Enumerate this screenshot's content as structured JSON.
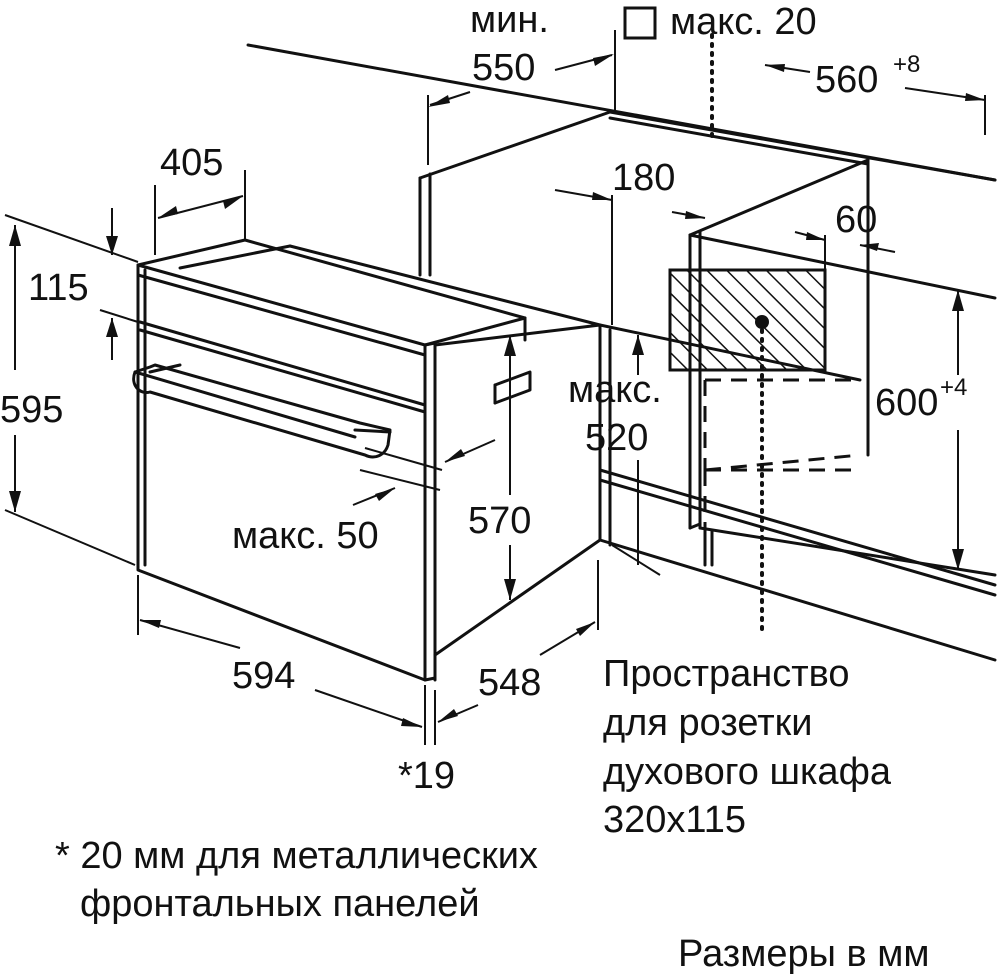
{
  "labels": {
    "min_word": "мин.",
    "min_depth": "550",
    "gap_max": "макс. 20",
    "niche_width": "560",
    "niche_width_tol": "+8",
    "top_depth": "405",
    "back_gap": "180",
    "side_gap": "60",
    "panel_height": "115",
    "oven_height": "595",
    "niche_height": "600",
    "niche_height_tol": "+4",
    "max_word": "макс.",
    "max_depth": "520",
    "max_50": "макс. 50",
    "body_height": "570",
    "oven_width": "594",
    "oven_depth": "548",
    "front_thickness": "*19",
    "socket_line1": "Пространство",
    "socket_line2": "для розетки",
    "socket_line3": "духового шкафа",
    "socket_line4": "320x115",
    "footnote_line1": "* 20 мм для металлических",
    "footnote_line2": "фронтальных панелей",
    "units_note": "Размеры в мм"
  }
}
